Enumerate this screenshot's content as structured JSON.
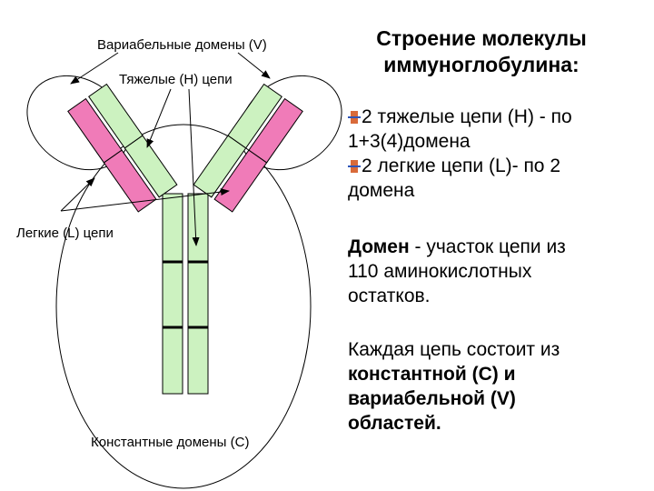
{
  "labels": {
    "variable_domains": "Вариабельные домены (V)",
    "heavy_chains": "Тяжелые (H) цепи",
    "light_chains": "Легкие (L) цепи",
    "constant_domains": "Константные домены (С)"
  },
  "title_line1": "Строение молекулы",
  "title_line2": "иммуноглобулина:",
  "bullets": [
    {
      "line1": "2 тяжелые цепи (H) - по",
      "line2": "1+3(4)домена"
    },
    {
      "line1": "2 легкие цепи (L)- по 2",
      "line2": "домена"
    }
  ],
  "domain_def": {
    "term": "Домен",
    "rest_line1": " - участок цепи из",
    "line2": "110 аминокислотных",
    "line3": "остатков."
  },
  "chain_text": {
    "line1": "Каждая цепь состоит из",
    "bold_line2": "константной (С) и",
    "bold_line3": "вариабельной (V)",
    "bold_line4": "областей."
  },
  "colors": {
    "heavy_chain_fill": "#ccf2c0",
    "light_chain_fill": "#f07bb8",
    "bullet_orange": "#d96a3a",
    "bullet_blue": "#2f55b8"
  },
  "icons": [
    "bullet-icon",
    "arrow-icon"
  ]
}
